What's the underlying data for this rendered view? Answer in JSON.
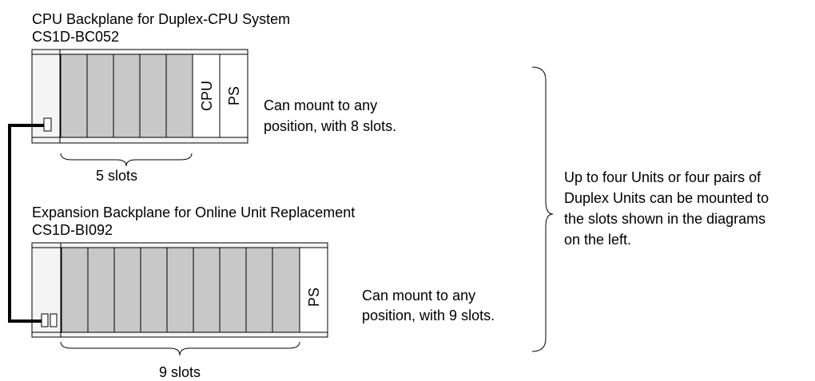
{
  "top_backplane": {
    "title": "CPU Backplane for Duplex-CPU System",
    "model": "CS1D-BC052",
    "unit_labels": [
      "CPU",
      "PS"
    ],
    "mount_note": [
      "Can mount to any",
      "position, with 8 slots."
    ],
    "slot_count_label": "5 slots"
  },
  "bottom_backplane": {
    "title": "Expansion Backplane for Online Unit Replacement",
    "model": "CS1D-BI092",
    "unit_labels": [
      "PS"
    ],
    "mount_note": [
      "Can mount to any",
      "position, with 9 slots."
    ],
    "slot_count_label": "9 slots"
  },
  "summary_note": [
    "Up to four Units or four pairs of",
    "Duplex Units can be mounted to",
    "the slots shown in the diagrams",
    "on the left."
  ],
  "colors": {
    "slot_fill": "#c8c8c8",
    "panel_fill": "#f4f4f4",
    "outline": "#000000",
    "cable": "#000000"
  }
}
